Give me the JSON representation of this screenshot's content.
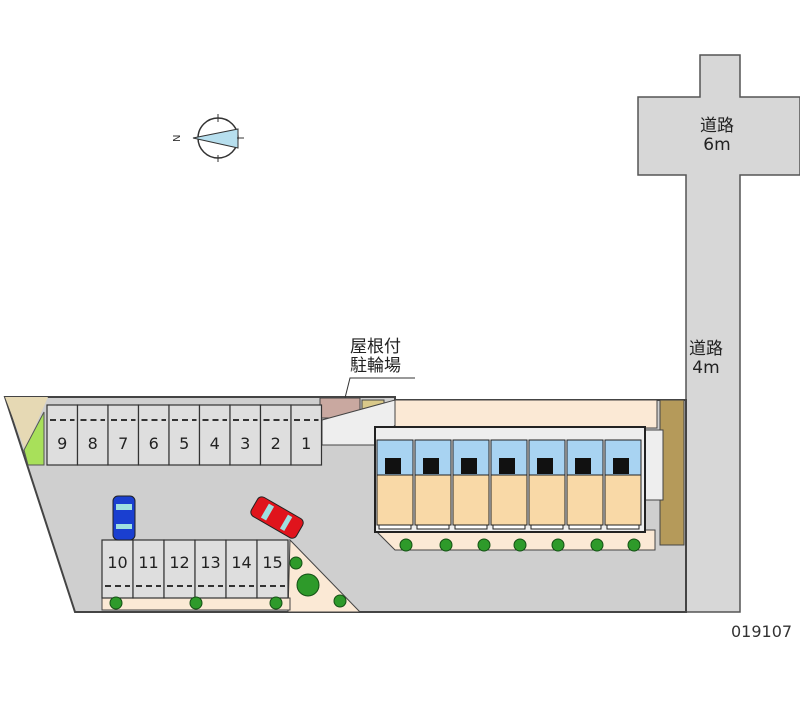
{
  "colors": {
    "road": "#d7d7d7",
    "lot": "#cfcfcf",
    "space": "#dedede",
    "building_room": "#f9d9a7",
    "building_wet": "#a8d3f2",
    "tree": "#2e9a2a",
    "grass": "#a8e05a",
    "sand": "#e6d9b4",
    "car_red": "#e0141c",
    "car_blue": "#1a3fd0",
    "paving": "#b59a5a"
  },
  "roads": [
    {
      "name": "道路",
      "width": "6m"
    },
    {
      "name": "道路",
      "width": "4m"
    }
  ],
  "bike_shelter": {
    "line1": "屋根付",
    "line2": "駐輪場"
  },
  "parking_top": [
    "9",
    "8",
    "7",
    "6",
    "5",
    "4",
    "3",
    "2",
    "1"
  ],
  "parking_bottom": [
    "10",
    "11",
    "12",
    "13",
    "14",
    "15"
  ],
  "units": 7,
  "compass": {
    "north": "N"
  },
  "property_code": "019107"
}
